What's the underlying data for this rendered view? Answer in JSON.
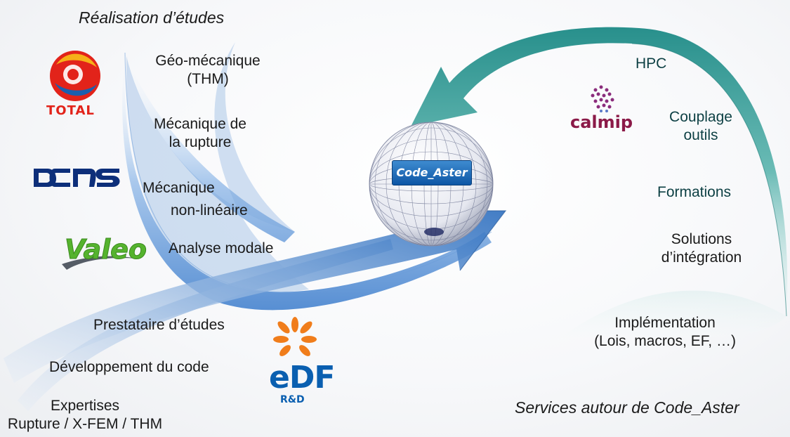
{
  "title_left": "Réalisation d’études",
  "title_right": "Services autour de Code_Aster",
  "studies": {
    "geomech_line1": "Géo-mécanique",
    "geomech_line2": "(THM)",
    "rupture_line1": "Mécanique de",
    "rupture_line2": "la rupture",
    "nonlin_line1": "Mécanique",
    "nonlin_line2": "non-linéaire",
    "modal": "Analyse modale"
  },
  "inputs": {
    "prestataire": "Prestataire d’études",
    "developpement": "Développement du code",
    "expertises_line1": "Expertises",
    "expertises_line2": "Rupture / X-FEM / THM"
  },
  "services": {
    "hpc": "HPC",
    "couplage_line1": "Couplage",
    "couplage_line2": "outils",
    "formations": "Formations",
    "solutions_line1": "Solutions",
    "solutions_line2": "d’intégration",
    "impl_line1": "Implémentation",
    "impl_line2": "(Lois, macros, EF, …)"
  },
  "center_badge": "Code_Aster",
  "logos": {
    "total": "TOTAL",
    "dcns": "DCNS",
    "valeo": "Valeo",
    "edf": "eDF",
    "edf_sub": "R&D",
    "calmip": "calmip"
  },
  "colors": {
    "blue_band": "#4a86cf",
    "teal_band": "#2a9a95",
    "edf_orange": "#f07d1b",
    "edf_blue": "#0a5fb0",
    "calmip_red": "#8b1a48"
  }
}
